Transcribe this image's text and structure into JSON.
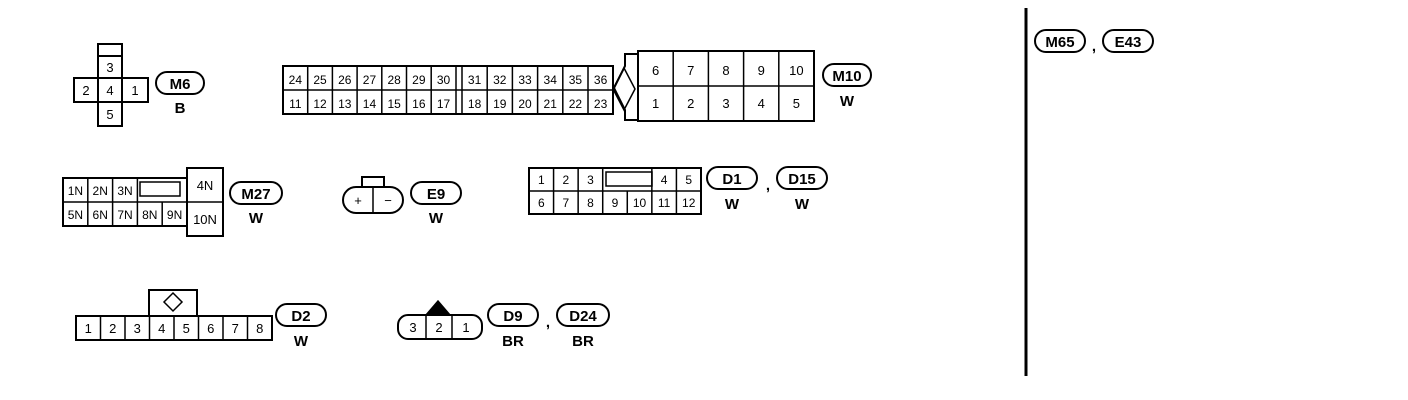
{
  "connectors": {
    "m6": {
      "code": "M6",
      "color": "B",
      "pins": {
        "p1": "1",
        "p2": "2",
        "p3": "3",
        "p4": "4",
        "p5": "5"
      }
    },
    "m10": {
      "code": "M10",
      "color": "W",
      "left_top": [
        "24",
        "25",
        "26",
        "27",
        "28",
        "29",
        "30"
      ],
      "left_bottom": [
        "11",
        "12",
        "13",
        "14",
        "15",
        "16",
        "17"
      ],
      "mid_top": [
        "31",
        "32",
        "33",
        "34",
        "35",
        "36"
      ],
      "mid_bottom": [
        "18",
        "19",
        "20",
        "21",
        "22",
        "23"
      ],
      "right_top": [
        "6",
        "7",
        "8",
        "9",
        "10"
      ],
      "right_bottom": [
        "1",
        "2",
        "3",
        "4",
        "5"
      ]
    },
    "m27": {
      "code": "M27",
      "color": "W",
      "top": [
        "1N",
        "2N",
        "3N"
      ],
      "bottom": [
        "5N",
        "6N",
        "7N",
        "8N",
        "9N"
      ],
      "right_top": "4N",
      "right_bottom": "10N"
    },
    "e9": {
      "code": "E9",
      "color": "W",
      "plus": "+",
      "minus": "−"
    },
    "d1": {
      "code": "D1",
      "color": "W",
      "alt_code": "D15",
      "alt_color": "W",
      "separator": ",",
      "top_left": [
        "1",
        "2",
        "3"
      ],
      "top_right": [
        "4",
        "5"
      ],
      "bottom": [
        "6",
        "7",
        "8",
        "9",
        "10",
        "11",
        "12"
      ]
    },
    "d2": {
      "code": "D2",
      "color": "W",
      "pins": [
        "1",
        "2",
        "3",
        "4",
        "5",
        "6",
        "7",
        "8"
      ]
    },
    "d9": {
      "code": "D9",
      "color": "BR",
      "alt_code": "D24",
      "alt_color": "BR",
      "separator": ",",
      "pins": [
        "3",
        "2",
        "1"
      ]
    },
    "m65": {
      "code": "M65",
      "alt_code": "E43",
      "separator": ","
    }
  }
}
